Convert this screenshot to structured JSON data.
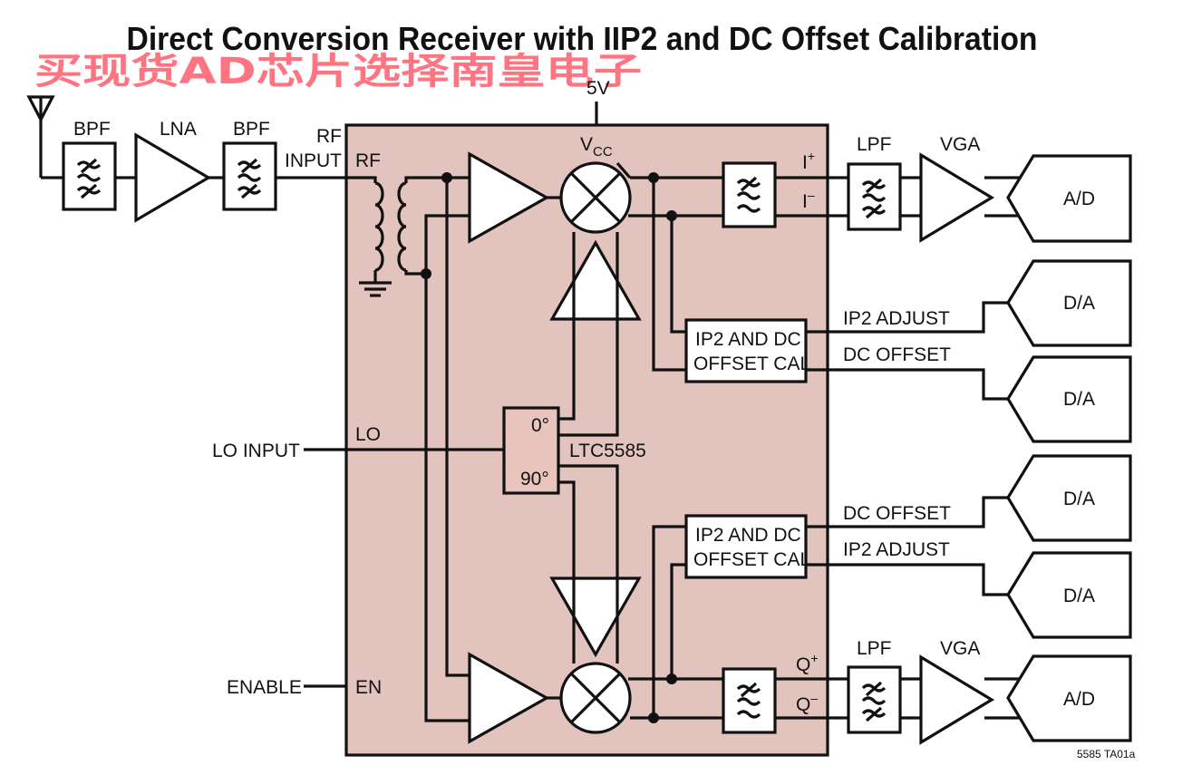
{
  "title": "Direct Conversion Receiver with IIP2 and DC Offset Calibration",
  "watermark": "买现货AD芯片选择南皇电子",
  "colors": {
    "chip_fill": "#e3c3be",
    "line": "#111111",
    "watermark": "#ff5c6c"
  },
  "labels": {
    "supply": "5V",
    "vcc": "V",
    "vcc_sub": "CC",
    "bpf1": "BPF",
    "lna": "LNA",
    "bpf2": "BPF",
    "rf_input_1": "RF",
    "rf_input_2": "INPUT",
    "pin_rf": "RF",
    "pin_lo": "LO",
    "pin_en": "EN",
    "lo_input": "LO INPUT",
    "enable": "ENABLE",
    "phase_0": "0°",
    "phase_90": "90°",
    "chip_name": "LTC5585",
    "i_plus": "I",
    "i_plus_sup": "+",
    "i_minus": "I",
    "i_minus_sup": "–",
    "q_plus": "Q",
    "q_plus_sup": "+",
    "q_minus": "Q",
    "q_minus_sup": "–",
    "lpf_top": "LPF",
    "vga_top": "VGA",
    "lpf_bot": "LPF",
    "vga_bot": "VGA",
    "cal_top_1": "IP2 AND DC",
    "cal_top_2": "OFFSET CAL",
    "cal_bot_1": "IP2 AND DC",
    "cal_bot_2": "OFFSET CAL",
    "ip2_adjust_top": "IP2 ADJUST",
    "dc_offset_top": "DC OFFSET",
    "dc_offset_bot": "DC OFFSET",
    "ip2_adjust_bot": "IP2 ADJUST",
    "ad_top": "A/D",
    "da_1": "D/A",
    "da_2": "D/A",
    "da_3": "D/A",
    "da_4": "D/A",
    "ad_bot": "A/D",
    "figure_id": "5585 TA01a"
  }
}
